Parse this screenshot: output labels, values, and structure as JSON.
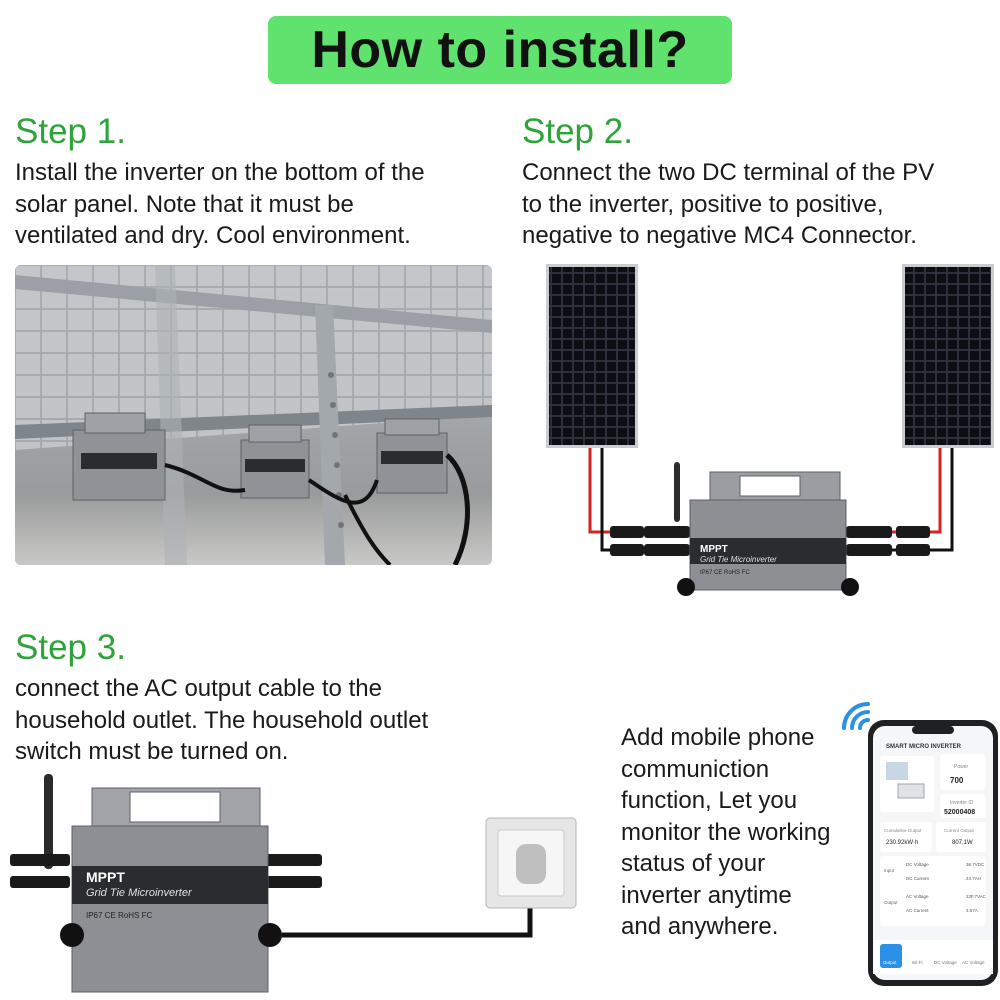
{
  "title": "How to install?",
  "steps": [
    {
      "heading": "Step 1.",
      "lines": [
        "Install the inverter on the bottom of the",
        "solar panel. Note that it must be",
        "ventilated and dry. Cool environment."
      ]
    },
    {
      "heading": "Step 2.",
      "lines": [
        "Connect the two DC terminal of the PV",
        "to the inverter, positive to positive,",
        "negative to negative MC4 Connector."
      ]
    },
    {
      "heading": "Step 3.",
      "lines": [
        "connect the AC output cable to the",
        "household outlet. The household outlet",
        "switch must be turned on."
      ]
    }
  ],
  "app_feature": {
    "lines": [
      "Add mobile phone",
      "communiction",
      "function, Let you",
      "monitor the working",
      "status of your",
      "inverter anytime",
      "and anywhere."
    ]
  },
  "inverter_label": {
    "brand_line": "MPPT",
    "model_line": "Grid Tie Microinverter",
    "cert_line": "IP67  CE  RoHS  FC"
  },
  "phone_screen": {
    "app_title": "SMART MICRO INVERTER",
    "power_label": "Power",
    "power_value": "700",
    "inverter_id_label": "Inverter ID",
    "inverter_id_value": "52000408",
    "cumulative_label": "Cumulative Output",
    "cumulative_value": "230.92kW·h",
    "current_label": "Current Output",
    "current_value": "807.1W",
    "input_label": "Input",
    "output_label": "Output",
    "rows": [
      {
        "name": "DC Voltage",
        "value": "36.7VDC"
      },
      {
        "name": "DC Current",
        "value": "24.7AH"
      },
      {
        "name": "AC Voltage",
        "value": "23F.7VAC"
      },
      {
        "name": "AC Current",
        "value": "3.57A"
      }
    ],
    "tabs": [
      "Output",
      "Wi-Fi",
      "DC Voltage",
      "AC Voltage"
    ]
  },
  "colors": {
    "title_bg": "#5fe36e",
    "heading_green": "#2fa33a",
    "inverter_grey": "#8c8f93",
    "cable_red": "#d62222",
    "panel_dark": "#1a1d24",
    "wifi_blue": "#2a90e8"
  },
  "icons": [
    "wifi-signal-icon",
    "solar-panel-icon",
    "inverter-icon",
    "wall-outlet-icon",
    "smartphone-icon"
  ]
}
